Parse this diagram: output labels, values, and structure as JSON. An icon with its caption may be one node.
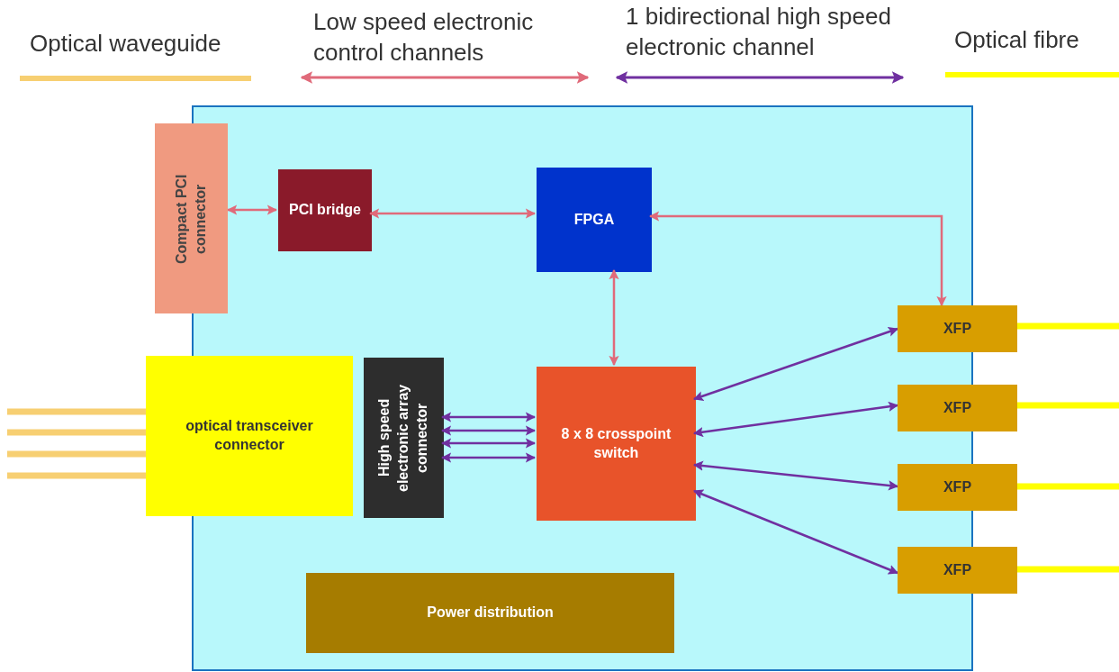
{
  "diagram": {
    "nodes": [
      {
        "text": [],
        "shape": "box"
      },
      {
        "text": [
          "Compact PCI connector"
        ]
      },
      {
        "text": [
          "PCI bridge"
        ],
        "in": 0
      },
      {
        "text": [
          "FPGA"
        ],
        "in": 0
      },
      {
        "text": [
          "optical transceiver connector"
        ]
      },
      {
        "text": [
          "High speed electronic array connector"
        ],
        "in": 0
      },
      {
        "text": [
          "8 x 8 crosspoint switch"
        ],
        "in": 0
      },
      {
        "text": [
          "XFP"
        ]
      },
      {
        "text": [
          "XFP"
        ]
      },
      {
        "text": [
          "XFP"
        ]
      },
      {
        "text": [
          "XFP"
        ]
      },
      {
        "text": [
          "Power distribution"
        ],
        "in": 0
      }
    ],
    "edges": [
      {
        "from": 1,
        "to": 2,
        "arrow": "both",
        "color": "#e06a7a"
      },
      {
        "from": 2,
        "to": 3,
        "arrow": "both",
        "color": "#e06a7a"
      },
      {
        "from": 3,
        "to": 7,
        "arrow": "both",
        "color": "#e06a7a"
      },
      {
        "from": 3,
        "to": 6,
        "arrow": "both",
        "color": "#e06a7a"
      },
      {
        "from": 5,
        "to": 6,
        "arrow": "both"
      },
      {
        "from": 5,
        "to": 6,
        "arrow": "both"
      },
      {
        "from": 5,
        "to": 6,
        "arrow": "both"
      },
      {
        "from": 5,
        "to": 6,
        "arrow": "both"
      },
      {
        "from": 6,
        "to": 7,
        "arrow": "both"
      },
      {
        "from": 6,
        "to": 8,
        "arrow": "both"
      },
      {
        "from": 6,
        "to": 9,
        "arrow": "both"
      },
      {
        "from": 6,
        "to": 10,
        "arrow": "both"
      },
      {
        "from": null,
        "to": 4,
        "arrow": "none",
        "style": "thick",
        "color": "#f7cf72"
      },
      {
        "from": null,
        "to": 4,
        "arrow": "none",
        "style": "thick",
        "color": "#f7cf72"
      },
      {
        "from": null,
        "to": 4,
        "arrow": "none",
        "style": "thick",
        "color": "#f7cf72"
      },
      {
        "from": null,
        "to": 4,
        "arrow": "none",
        "style": "thick",
        "color": "#f7cf72"
      },
      {
        "from": 7,
        "to": null,
        "arrow": "none",
        "style": "thick",
        "color": "#ffff00"
      },
      {
        "from": 8,
        "to": null,
        "arrow": "none",
        "style": "thick",
        "color": "#ffff00"
      },
      {
        "from": 9,
        "to": null,
        "arrow": "none",
        "style": "thick",
        "color": "#ffff00"
      },
      {
        "from": 10,
        "to": null,
        "arrow": "none",
        "style": "thick",
        "color": "#ffff00"
      }
    ],
    "legend": [
      {
        "text": "Optical waveguide"
      },
      {
        "text": "Low speed electronic control channels"
      },
      {
        "text": "1 bidirectional high speed electronic channel"
      },
      {
        "text": "Optical fibre"
      }
    ]
  }
}
